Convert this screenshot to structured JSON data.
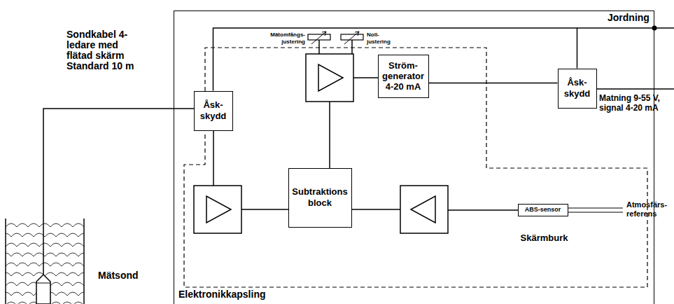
{
  "diagram": {
    "nodes": [
      {
        "text": [
          "Elektronikkapsling"
        ]
      },
      {
        "text": [
          "Skärmburk"
        ],
        "in": 0
      },
      {
        "text": [
          "Åsk- skydd"
        ],
        "in": 0
      },
      {
        "text": [
          "Åsk- skydd"
        ],
        "in": 0
      },
      {
        "text": [
          "Ström- generator 4-20 mA"
        ],
        "in": 1
      },
      {
        "text": [
          "Subtraktions block"
        ],
        "in": 1
      },
      {
        "text": [
          "ABS-sensor"
        ],
        "in": 1
      }
    ],
    "edges": [
      {
        "from": 2,
        "to": 3,
        "arrow": "none"
      },
      {
        "from": 4,
        "to": 3,
        "arrow": "none"
      }
    ],
    "labels": [
      "Sondkabel 4-ledare med flätad skärm Standard 10 m",
      "Mätsond",
      "Mätomfångs- justering",
      "Noll- justering",
      "Jordning",
      "Matning 9-55 V, signal 4-20 mA",
      "Atmosfärs- referens"
    ]
  }
}
